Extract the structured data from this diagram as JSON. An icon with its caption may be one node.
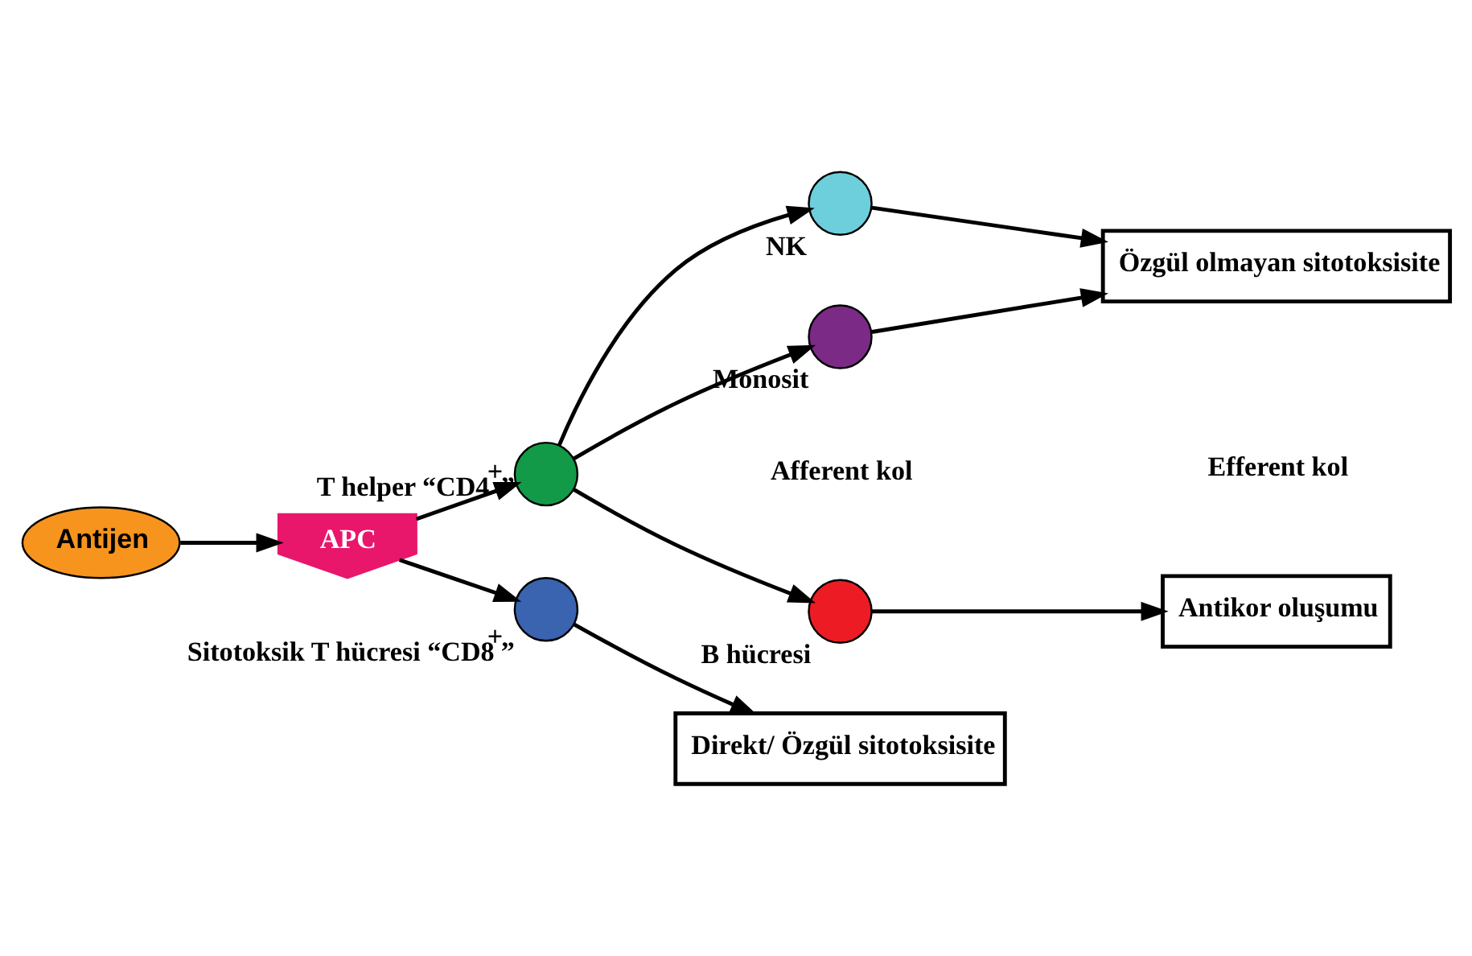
{
  "diagram": {
    "nodes": [
      {
        "text": [
          "Antijen"
        ]
      },
      {
        "text": [
          "APC"
        ]
      },
      {
        "text": [],
        "shape": "circle",
        "beside": [
          "T helper “CD4$^{+}$”"
        ]
      },
      {
        "text": [],
        "shape": "circle",
        "beside": [
          "B hücresi"
        ]
      },
      {
        "text": [],
        "shape": "circle",
        "beside": [
          "Monosit"
        ]
      },
      {
        "text": [],
        "shape": "circle",
        "beside": [
          "NK"
        ]
      },
      {
        "text": [],
        "shape": "circle",
        "beside": [
          "Sitotoksik T hücresi “CD8$^{+}$”"
        ]
      },
      {
        "text": [
          "Antikor oluşumu"
        ]
      },
      {
        "text": [
          "Özgül olmayan sitotoksisite"
        ]
      },
      {
        "text": [
          "Direkt/ Özgül sitotoksisite"
        ]
      }
    ],
    "edges": [
      {
        "from": 0,
        "to": 1,
        "arrow": "to"
      },
      {
        "from": 1,
        "to": 2,
        "arrow": "to"
      },
      {
        "from": 2,
        "to": 3,
        "arrow": "to"
      },
      {
        "from": 2,
        "to": 4,
        "arrow": "to"
      },
      {
        "from": 2,
        "to": 5,
        "arrow": "to"
      },
      {
        "from": 1,
        "to": 6,
        "arrow": "to"
      },
      {
        "from": 3,
        "to": 7,
        "arrow": "to"
      },
      {
        "from": 4,
        "to": 8,
        "arrow": "to"
      },
      {
        "from": 5,
        "to": 8,
        "arrow": "to"
      },
      {
        "from": 6,
        "to": 9,
        "arrow": "to"
      }
    ],
    "labels": [
      "Afferent kol",
      "Efferent kol"
    ]
  }
}
